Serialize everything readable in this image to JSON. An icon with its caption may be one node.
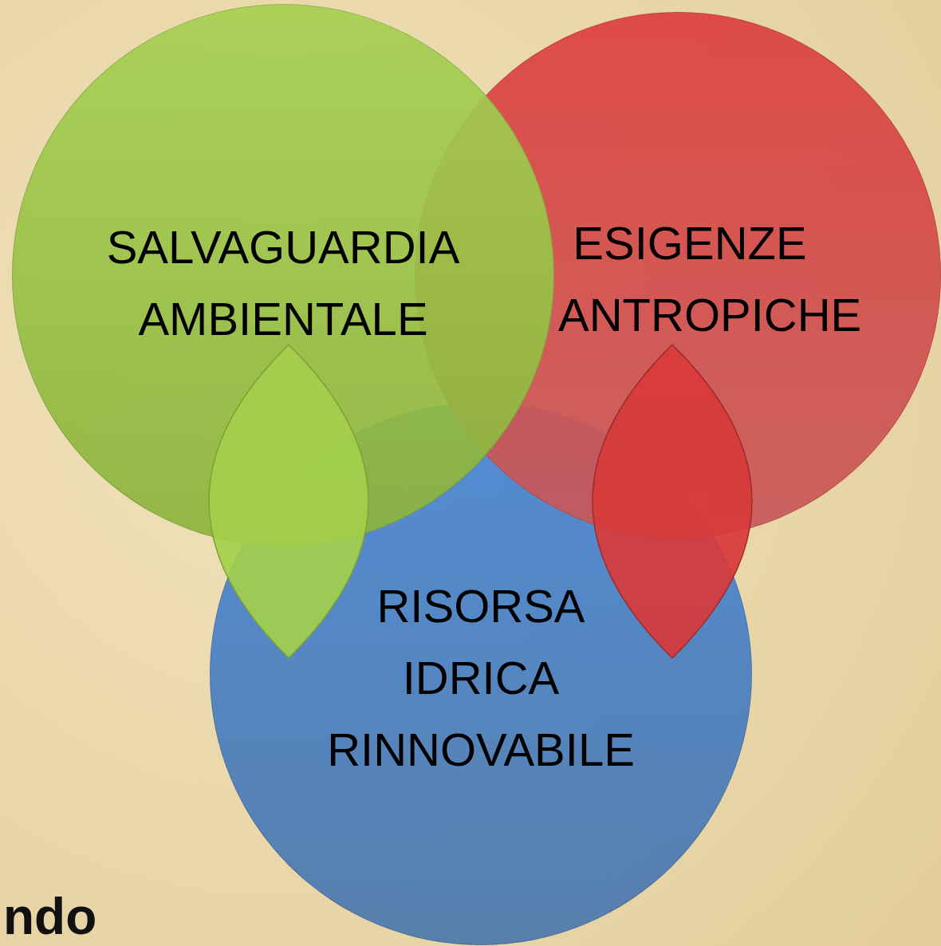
{
  "diagram": {
    "nodes": [
      {
        "text": [
          "SALVAGUARDIA AMBIENTALE"
        ]
      },
      {
        "text": [
          "ESIGENZE ANTROPICHE"
        ]
      },
      {
        "text": [
          "RISORSA IDRICA RINNOVABILE"
        ]
      },
      {
        "text": [],
        "shape": "lens"
      },
      {
        "text": [],
        "shape": "lens"
      }
    ],
    "labels": [
      "ndo"
    ]
  }
}
